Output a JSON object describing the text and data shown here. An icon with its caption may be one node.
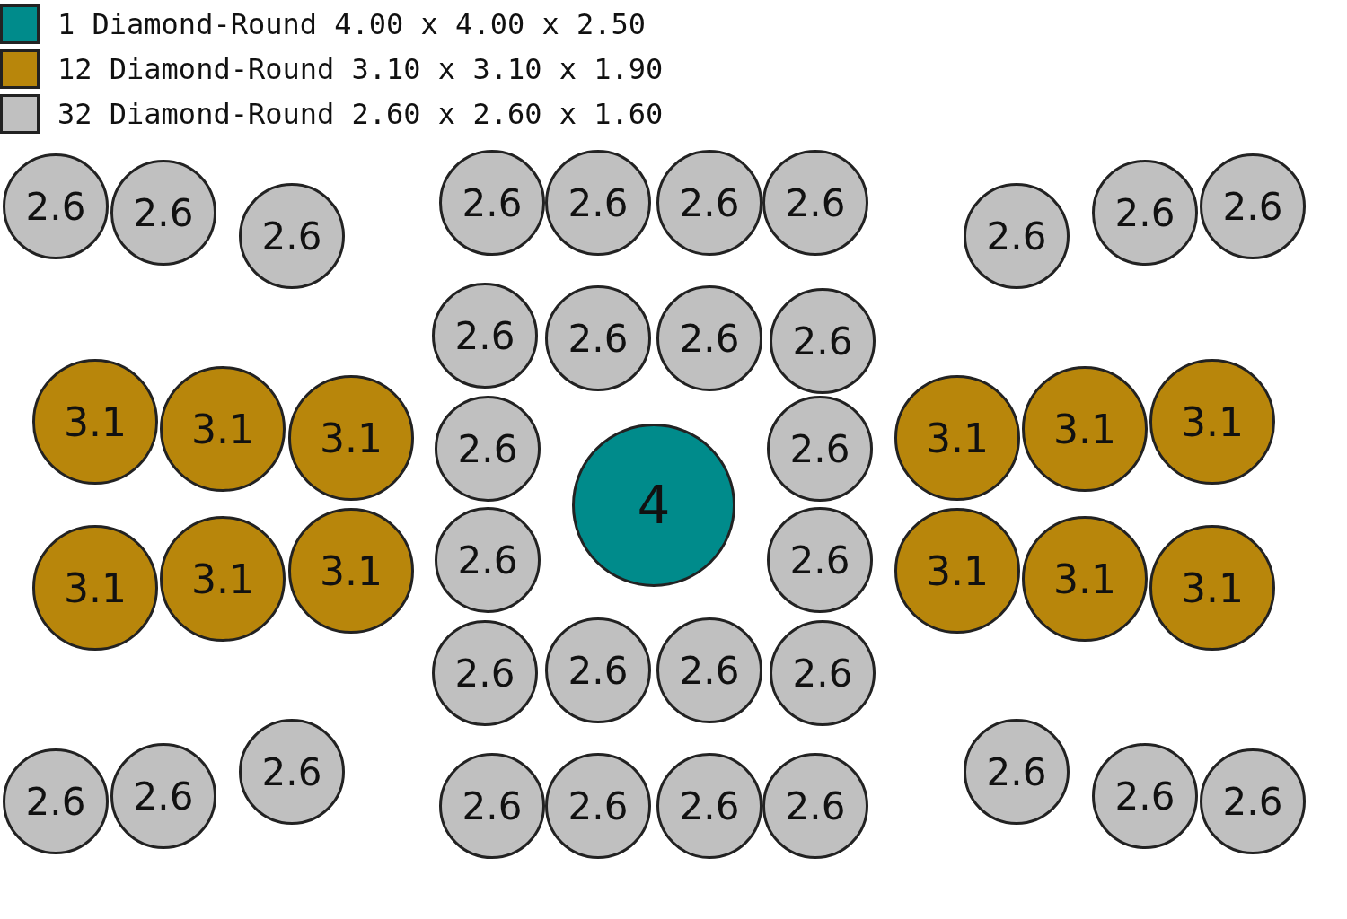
{
  "diagram": {
    "nodes": [
      {
        "text": [
          "2.6"
        ]
      },
      {
        "text": [
          "2.6"
        ]
      },
      {
        "text": [
          "2.6"
        ]
      },
      {
        "text": [
          "2.6"
        ]
      },
      {
        "text": [
          "2.6"
        ]
      },
      {
        "text": [
          "2.6"
        ]
      },
      {
        "text": [
          "2.6"
        ]
      },
      {
        "text": [
          "2.6"
        ]
      },
      {
        "text": [
          "2.6"
        ]
      },
      {
        "text": [
          "2.6"
        ]
      },
      {
        "text": [
          "2.6"
        ]
      },
      {
        "text": [
          "2.6"
        ]
      },
      {
        "text": [
          "2.6"
        ]
      },
      {
        "text": [
          "2.6"
        ]
      },
      {
        "text": [
          "3.1"
        ]
      },
      {
        "text": [
          "3.1"
        ]
      },
      {
        "text": [
          "3.1"
        ]
      },
      {
        "text": [
          "2.6"
        ]
      },
      {
        "text": [
          "2.6"
        ]
      },
      {
        "text": [
          "3.1"
        ]
      },
      {
        "text": [
          "3.1"
        ]
      },
      {
        "text": [
          "3.1"
        ]
      },
      {
        "text": [
          "4"
        ]
      },
      {
        "text": [
          "3.1"
        ]
      },
      {
        "text": [
          "3.1"
        ]
      },
      {
        "text": [
          "3.1"
        ]
      },
      {
        "text": [
          "2.6"
        ]
      },
      {
        "text": [
          "2.6"
        ]
      },
      {
        "text": [
          "3.1"
        ]
      },
      {
        "text": [
          "3.1"
        ]
      },
      {
        "text": [
          "3.1"
        ]
      },
      {
        "text": [
          "2.6"
        ]
      },
      {
        "text": [
          "2.6"
        ]
      },
      {
        "text": [
          "2.6"
        ]
      },
      {
        "text": [
          "2.6"
        ]
      },
      {
        "text": [
          "2.6"
        ]
      },
      {
        "text": [
          "2.6"
        ]
      },
      {
        "text": [
          "2.6"
        ]
      },
      {
        "text": [
          "2.6"
        ]
      },
      {
        "text": [
          "2.6"
        ]
      },
      {
        "text": [
          "2.6"
        ]
      },
      {
        "text": [
          "2.6"
        ]
      },
      {
        "text": [
          "2.6"
        ]
      },
      {
        "text": [
          "2.6"
        ]
      },
      {
        "text": [
          "2.6"
        ]
      }
    ],
    "legend": [
      {
        "text": "1 Diamond-Round 4.00 x 4.00 x 2.50",
        "color": "#008b8b"
      },
      {
        "text": "12 Diamond-Round 3.10 x 3.10 x 1.90",
        "color": "#b8860b"
      },
      {
        "text": "32 Diamond-Round 2.60 x 2.60 x 1.60",
        "color": "#c0c0c0"
      }
    ]
  }
}
